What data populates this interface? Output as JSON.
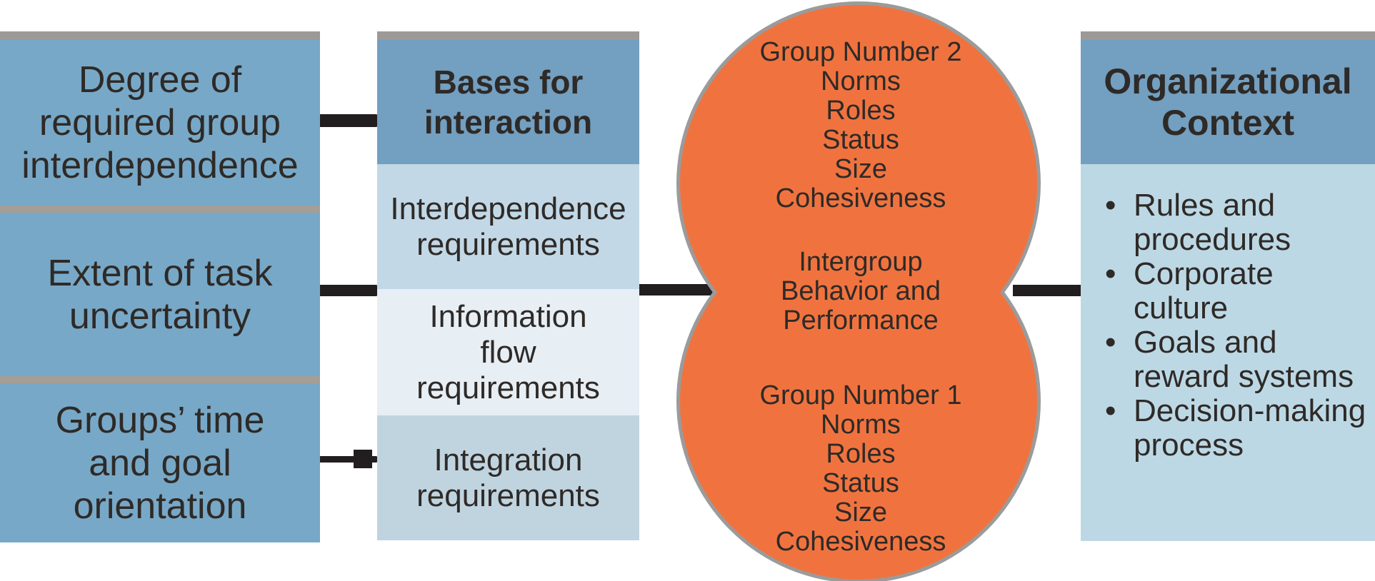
{
  "left_panel": {
    "sections": [
      {
        "lines": [
          "Degree of",
          "required group",
          "interdependence"
        ]
      },
      {
        "lines": [
          "Extent of task",
          "uncertainty"
        ]
      },
      {
        "lines": [
          "Groups’ time",
          "and goal",
          "orientation"
        ]
      }
    ]
  },
  "bases_panel": {
    "header_lines": [
      "Bases for",
      "interaction"
    ],
    "sections": [
      {
        "lines": [
          "Interdependence",
          "requirements"
        ]
      },
      {
        "lines": [
          "Information",
          "flow",
          "requirements"
        ]
      },
      {
        "lines": [
          "Integration",
          "requirements"
        ]
      }
    ]
  },
  "figure": {
    "group2": {
      "lines": [
        "Group Number 2",
        "Norms",
        "Roles",
        "Status",
        "Size",
        "Cohesiveness"
      ]
    },
    "center": {
      "lines": [
        "Intergroup",
        "Behavior and",
        "Performance"
      ]
    },
    "group1": {
      "lines": [
        "Group Number 1",
        "Norms",
        "Roles",
        "Status",
        "Size",
        "Cohesiveness"
      ]
    }
  },
  "org_panel": {
    "header_lines": [
      "Organizational",
      "Context"
    ],
    "bullet_char": "•",
    "bullets": [
      {
        "lines": [
          "Rules and",
          "procedures"
        ]
      },
      {
        "lines": [
          "Corporate",
          "culture"
        ]
      },
      {
        "lines": [
          "Goals and",
          "reward systems"
        ]
      },
      {
        "lines": [
          "Decision-making",
          "process"
        ]
      }
    ]
  },
  "colors": {
    "panel_blue": "#78a8c7",
    "header_blue": "#739fc0",
    "light_blue_1": "#c2d8e6",
    "light_blue_2": "#e7eef4",
    "light_blue_3": "#c0d4e0",
    "org_body_blue": "#bdd8e5",
    "orange": "#f0733f",
    "circle_edge_gray": "#9b9b9b",
    "divider_gray": "#a49e97",
    "top_border_gray": "#9d9997",
    "connector_black": "#221e1f",
    "text_dark": "#2e2a27"
  }
}
